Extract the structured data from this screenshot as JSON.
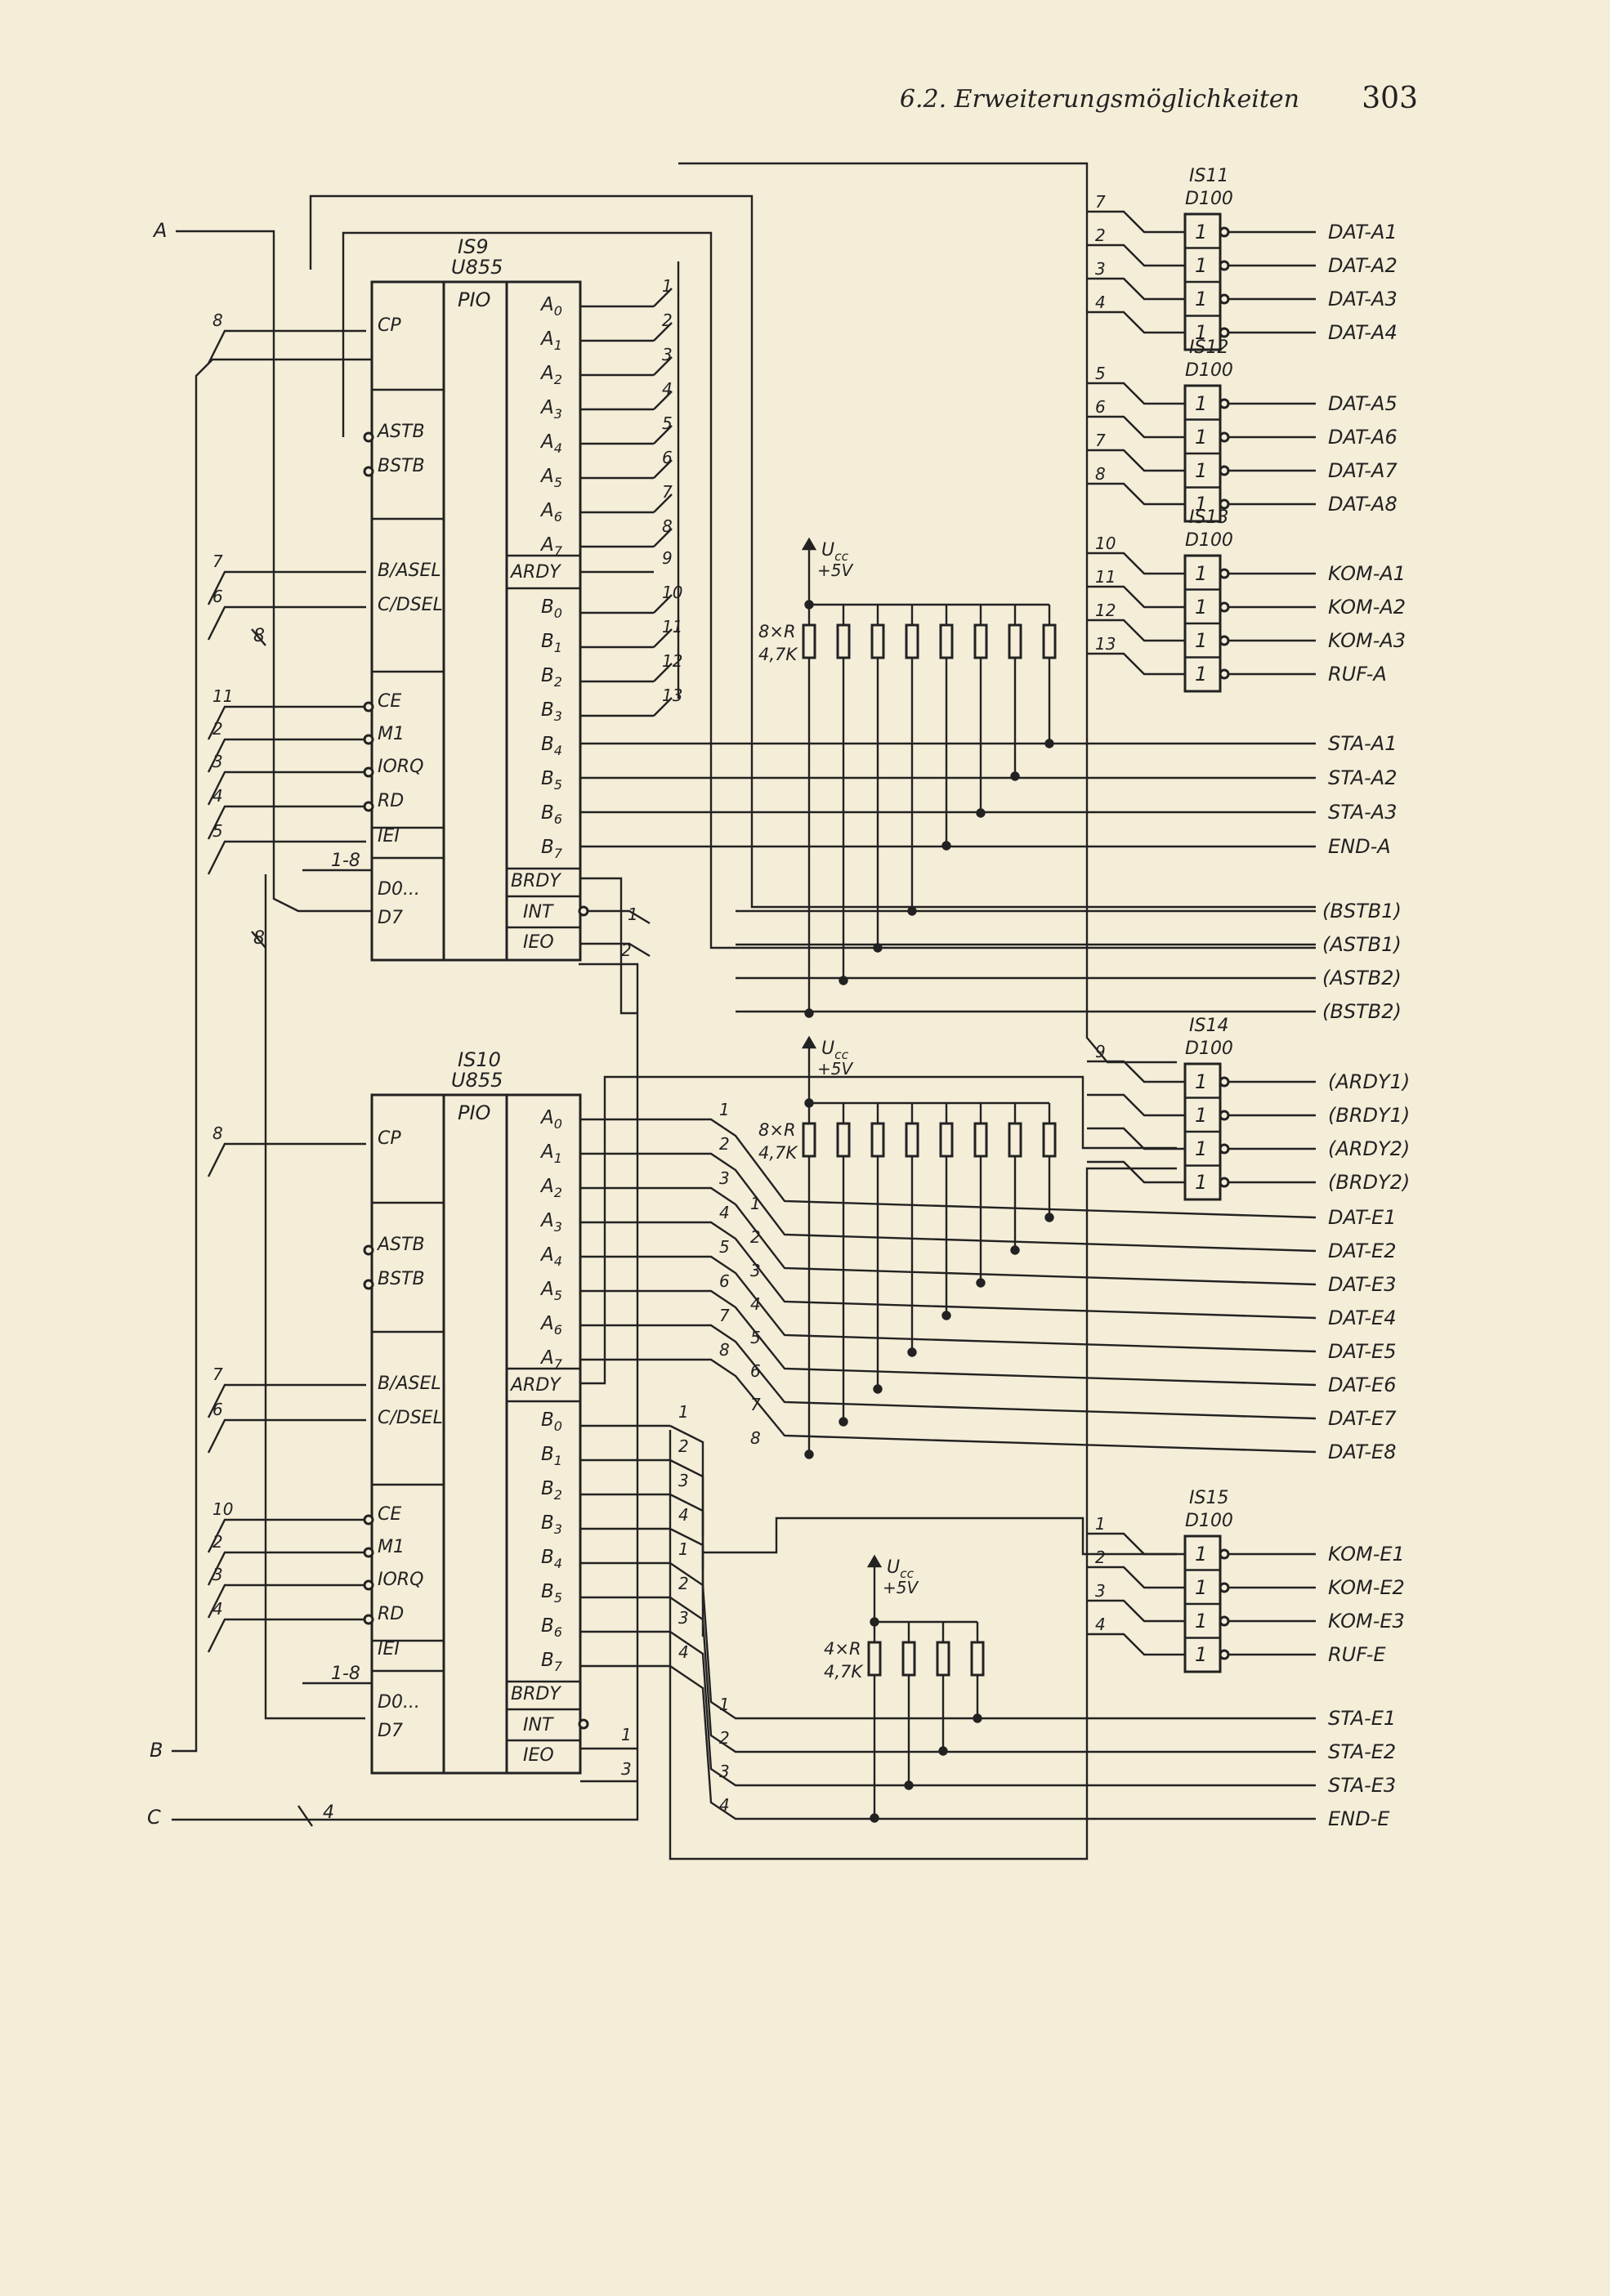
{
  "header": {
    "section": "6.2. Erweiterungsmöglichkeiten",
    "page_number": "303"
  },
  "bus": {
    "a": "A",
    "b": "B",
    "c": "C"
  },
  "chips": {
    "pio": [
      {
        "ref": "IS9",
        "type": "U855",
        "core": "PIO",
        "left_pins": [
          "CP",
          "ASTB",
          "BSTB",
          "B/ASEL",
          "C/DSEL",
          "CE",
          "M1",
          "IORQ",
          "RD",
          "IEI",
          "D0...",
          "D7"
        ],
        "a_port": [
          "A0",
          "A1",
          "A2",
          "A3",
          "A4",
          "A5",
          "A6",
          "A7"
        ],
        "b_port": [
          "B0",
          "B1",
          "B2",
          "B3",
          "B4",
          "B5",
          "B6",
          "B7"
        ],
        "ctrl": {
          "ardy": "ARDY",
          "brdy": "BRDY",
          "int": "INT",
          "ieo": "IEO"
        },
        "bus_left": {
          "cp": "8",
          "bsel": "7",
          "csel": "6",
          "ce": "11",
          "m1": "2",
          "iorq": "3",
          "rd": "4",
          "iei": "5",
          "data": "1-8"
        }
      },
      {
        "ref": "IS10",
        "type": "U855",
        "core": "PIO",
        "left_pins": [
          "CP",
          "ASTB",
          "BSTB",
          "B/ASEL",
          "C/DSEL",
          "CE",
          "M1",
          "IORQ",
          "RD",
          "IEI",
          "D0...",
          "D7"
        ],
        "a_port": [
          "A0",
          "A1",
          "A2",
          "A3",
          "A4",
          "A5",
          "A6",
          "A7"
        ],
        "b_port": [
          "B0",
          "B1",
          "B2",
          "B3",
          "B4",
          "B5",
          "B6",
          "B7"
        ],
        "ctrl": {
          "ardy": "ARDY",
          "brdy": "BRDY",
          "int": "INT",
          "ieo": "IEO"
        },
        "bus_left": {
          "cp": "8",
          "bsel": "7",
          "csel": "6",
          "ce": "10",
          "m1": "2",
          "iorq": "3",
          "rd": "4",
          "iei": "",
          "data": "1-8"
        }
      }
    ],
    "drivers": [
      {
        "ref": "IS11",
        "type": "D100",
        "gate": "1",
        "outputs": [
          "DAT-A1",
          "DAT-A2",
          "DAT-A3",
          "DAT-A4"
        ],
        "wires": [
          "7",
          "2",
          "3",
          "4"
        ]
      },
      {
        "ref": "IS12",
        "type": "D100",
        "gate": "1",
        "outputs": [
          "DAT-A5",
          "DAT-A6",
          "DAT-A7",
          "DAT-A8"
        ],
        "wires": [
          "5",
          "6",
          "7",
          "8"
        ]
      },
      {
        "ref": "IS13",
        "type": "D100",
        "gate": "1",
        "outputs": [
          "KOM-A1",
          "KOM-A2",
          "KOM-A3",
          "RUF-A"
        ],
        "wires": [
          "10",
          "11",
          "12",
          "13"
        ]
      },
      {
        "ref": "IS14",
        "type": "D100",
        "gate": "1",
        "outputs": [
          "(ARDY1)",
          "(BRDY1)",
          "(ARDY2)",
          "(BRDY2)"
        ],
        "wires": [
          "9",
          "",
          "",
          ""
        ]
      },
      {
        "ref": "IS15",
        "type": "D100",
        "gate": "1",
        "outputs": [
          "KOM-E1",
          "KOM-E2",
          "KOM-E3",
          "RUF-E"
        ],
        "wires": [
          "1",
          "2",
          "3",
          "4"
        ]
      }
    ]
  },
  "resistors": [
    {
      "count_label": "8×R",
      "value": "4,7K",
      "vcc": "Ucc",
      "volt": "+5V"
    },
    {
      "count_label": "8×R",
      "value": "4,7K",
      "vcc": "Ucc",
      "volt": "+5V"
    },
    {
      "count_label": "4×R",
      "value": "4,7K",
      "vcc": "Ucc",
      "volt": "+5V"
    }
  ],
  "signals": {
    "sta_a": [
      "STA-A1",
      "STA-A2",
      "STA-A3",
      "END-A"
    ],
    "strobes": [
      "(BSTB1)",
      "(ASTB1)",
      "(ASTB2)",
      "(BSTB2)"
    ],
    "dat_e": [
      "DAT-E1",
      "DAT-E2",
      "DAT-E3",
      "DAT-E4",
      "DAT-E5",
      "DAT-E6",
      "DAT-E7",
      "DAT-E8"
    ],
    "sta_e": [
      "STA-E1",
      "STA-E2",
      "STA-E3",
      "END-E"
    ]
  },
  "wire_numbers": {
    "is9_port": [
      "1",
      "2",
      "3",
      "4",
      "5",
      "6",
      "7",
      "8",
      "9",
      "10",
      "11",
      "12",
      "13"
    ],
    "is9_int": [
      "1",
      "2"
    ],
    "is10_a_in": [
      "1",
      "2",
      "3",
      "4",
      "5",
      "6",
      "7",
      "8"
    ],
    "is10_a_out": [
      "1",
      "2",
      "3",
      "4",
      "5",
      "6",
      "7",
      "8"
    ],
    "is10_b_in": [
      "1",
      "2",
      "3",
      "4",
      "1",
      "2",
      "3",
      "4"
    ],
    "is10_int": [
      "1",
      "3"
    ],
    "bus_slash": [
      "8",
      "8",
      "4"
    ],
    "sta_e": [
      "1",
      "2",
      "3",
      "4"
    ]
  }
}
